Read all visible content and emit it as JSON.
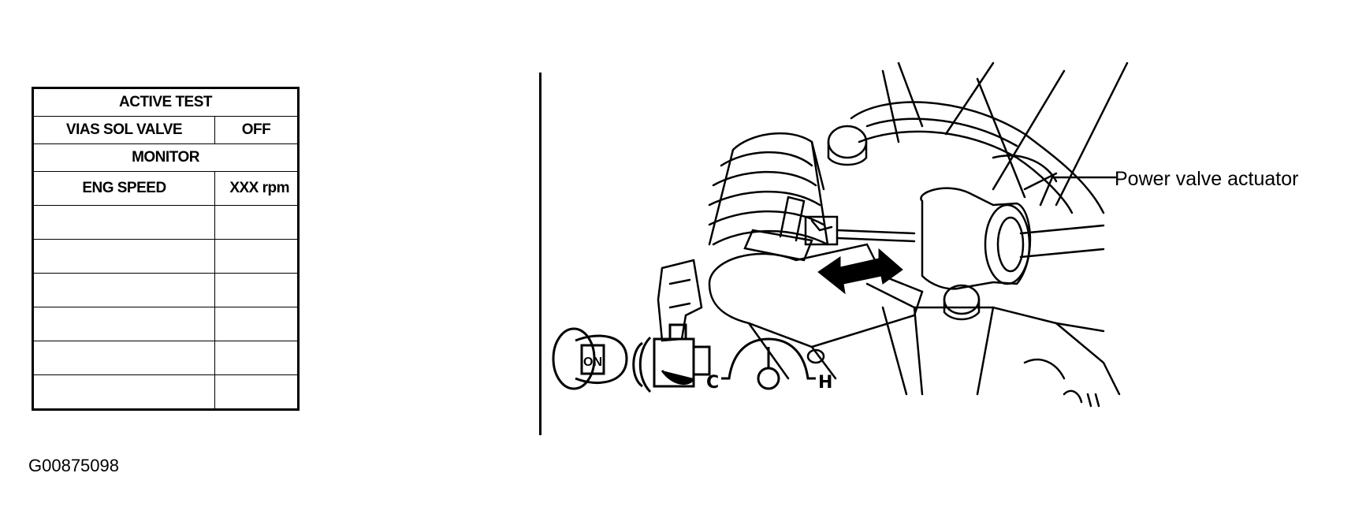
{
  "table": {
    "active_test_header": "ACTIVE TEST",
    "item_label": "VIAS SOL VALVE",
    "item_value": "OFF",
    "monitor_header": "MONITOR",
    "eng_speed_label": "ENG SPEED",
    "eng_speed_value": "XXX rpm",
    "blank_rows": 6
  },
  "figure_code": "G00875098",
  "diagram": {
    "callout": "Power valve actuator",
    "ignition_label": "ON",
    "gauge_cold": "C",
    "gauge_hot": "H",
    "icons": [
      "ignition-key-icon",
      "engine-running-icon",
      "temperature-gauge-icon",
      "double-arrow-icon"
    ]
  }
}
